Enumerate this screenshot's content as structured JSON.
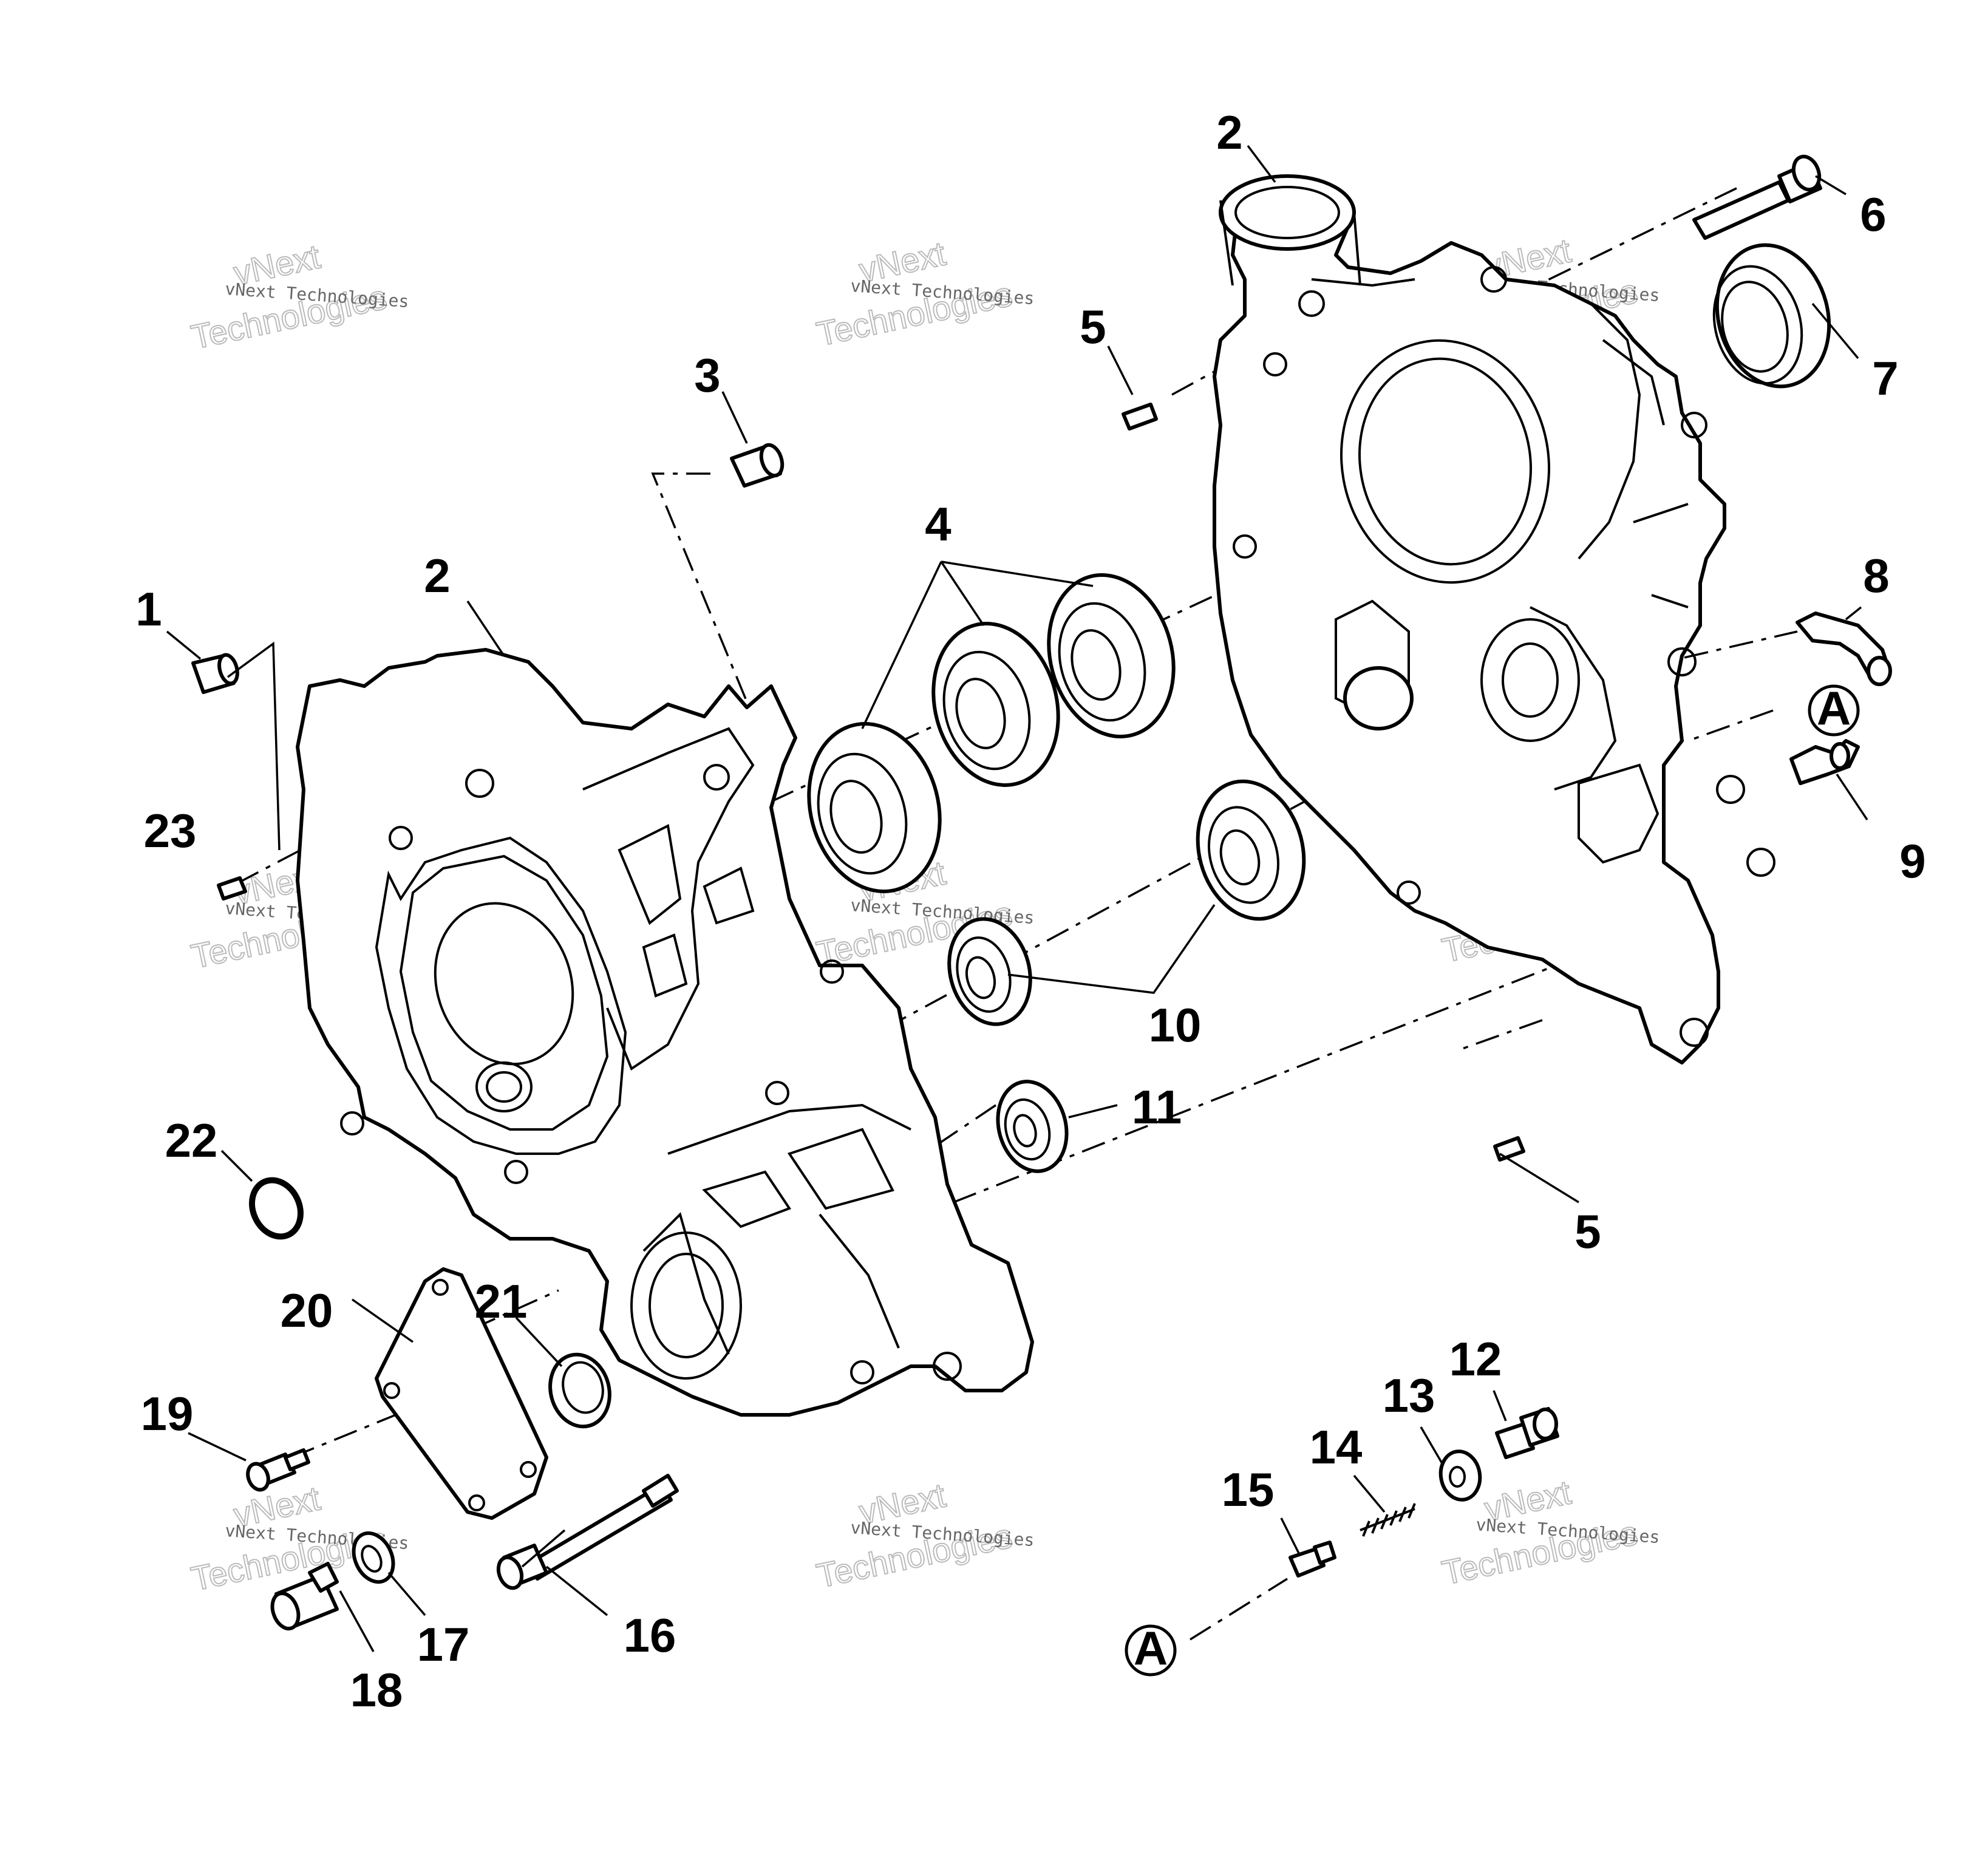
{
  "diagram": {
    "callouts": [
      {
        "id": "c1",
        "text": "1"
      },
      {
        "id": "c2a",
        "text": "2"
      },
      {
        "id": "c2b",
        "text": "2"
      },
      {
        "id": "c3",
        "text": "3"
      },
      {
        "id": "c4",
        "text": "4"
      },
      {
        "id": "c5a",
        "text": "5"
      },
      {
        "id": "c5b",
        "text": "5"
      },
      {
        "id": "c6",
        "text": "6"
      },
      {
        "id": "c7",
        "text": "7"
      },
      {
        "id": "c8",
        "text": "8"
      },
      {
        "id": "c9",
        "text": "9"
      },
      {
        "id": "c10",
        "text": "10"
      },
      {
        "id": "c11",
        "text": "11"
      },
      {
        "id": "c12",
        "text": "12"
      },
      {
        "id": "c13",
        "text": "13"
      },
      {
        "id": "c14",
        "text": "14"
      },
      {
        "id": "c15",
        "text": "15"
      },
      {
        "id": "c16",
        "text": "16"
      },
      {
        "id": "c17",
        "text": "17"
      },
      {
        "id": "c18",
        "text": "18"
      },
      {
        "id": "c19",
        "text": "19"
      },
      {
        "id": "c20",
        "text": "20"
      },
      {
        "id": "c21",
        "text": "21"
      },
      {
        "id": "c22",
        "text": "22"
      },
      {
        "id": "c23",
        "text": "23"
      }
    ],
    "reference_marker": "A",
    "watermark": {
      "line1": "vNext Technologies",
      "line2": "vNext",
      "line3": "Technologies"
    }
  }
}
